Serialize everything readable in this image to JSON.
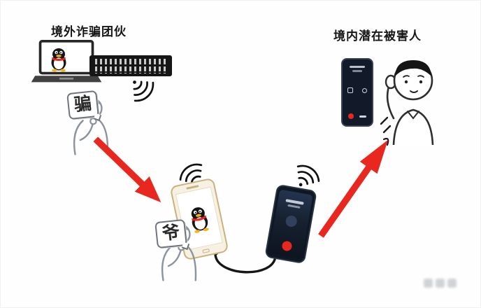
{
  "diagram": {
    "titles": {
      "scam_group": "境外诈骗团伙",
      "victims": "境内潜在被害人"
    },
    "speech_bubbles": {
      "scammer": "骗",
      "relay_operator": "爷"
    },
    "colors": {
      "arrow_red": "#e8281e",
      "scarf_red": "#e8281e",
      "beak_yellow": "#f6b317",
      "phone_gold_trim": "#c9b27e",
      "dark_screen": "#101826",
      "sketch_gray": "#8d939c"
    },
    "icons": [
      "laptop-icon",
      "qq-penguin-icon",
      "gateway-device-icon",
      "wifi-signal-icon",
      "scammer-figure",
      "relay-operator-figure",
      "gold-phone-icon",
      "call-phone-icon",
      "audio-cable-icon",
      "victim-phone-icon",
      "victim-figure",
      "flow-arrow-icon"
    ]
  }
}
